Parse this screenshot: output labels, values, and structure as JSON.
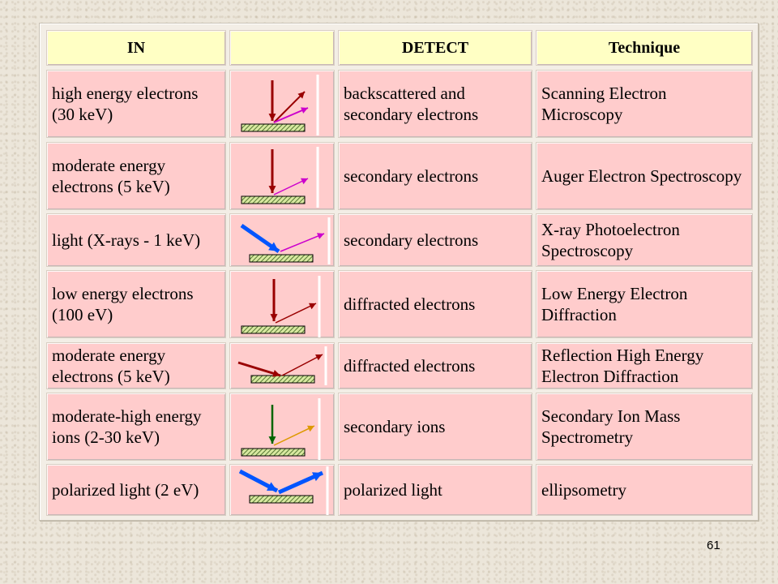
{
  "table": {
    "headers": [
      "IN",
      "",
      "DETECT",
      "Technique"
    ],
    "rows": [
      {
        "in": "high energy electrons (30 keV)",
        "detect": "backscattered and secondary electrons",
        "technique": "Scanning Electron Microscopy",
        "diagram": "incident-beam-two-scattered-arrows"
      },
      {
        "in": "moderate energy electrons (5 keV)",
        "detect": "secondary electrons",
        "technique": "Auger Electron Spectroscopy",
        "diagram": "incident-beam-secondary-arrow"
      },
      {
        "in": "light (X-rays - 1 keV)",
        "detect": "secondary electrons",
        "technique": "X-ray Photoelectron Spectroscopy",
        "diagram": "xray-beam-secondary-arrow"
      },
      {
        "in": "low energy electrons (100 eV)",
        "detect": "diffracted electrons",
        "technique": "Low Energy Electron Diffraction",
        "diagram": "incident-beam-diffracted-arrow"
      },
      {
        "in": "moderate energy electrons (5 keV)",
        "detect": "diffracted electrons",
        "technique": "Reflection High Energy Electron Diffraction",
        "diagram": "grazing-beam-diffracted-arrow"
      },
      {
        "in": "moderate-high energy ions (2-30 keV)",
        "detect": "secondary ions",
        "technique": "Secondary Ion Mass Spectrometry",
        "diagram": "ion-beam-secondary-ion-arrow"
      },
      {
        "in": "polarized light (2 eV)",
        "detect": "polarized light",
        "technique": "ellipsometry",
        "diagram": "polarized-light-reflection"
      }
    ]
  },
  "colors": {
    "header_bg": "#ffffc4",
    "row_bg": "#ffcccc",
    "dark_red_arrow": "#990000",
    "magenta_arrow": "#cc00cc",
    "blue_arrow": "#0055ff",
    "green_arrow": "#006600",
    "orange_arrow": "#dd9900",
    "sample_green": "#557733"
  },
  "page_number": "61"
}
